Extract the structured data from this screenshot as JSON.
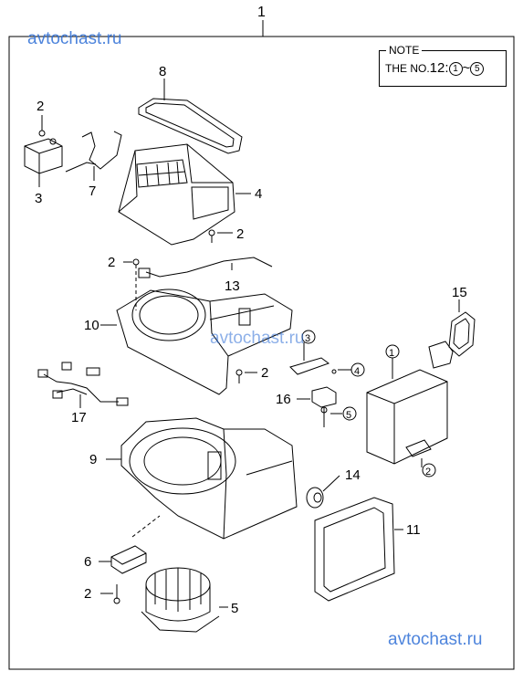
{
  "watermarks": {
    "top": "avtochast.ru",
    "middle": "avtochast.ru",
    "bottom": "avtochast.ru"
  },
  "note": {
    "title": "NOTE",
    "prefix": "THE NO.",
    "number": "12",
    "colon": ":",
    "range_start": "1",
    "tilde": "~",
    "range_end": "5"
  },
  "callouts": {
    "c1_top": "1",
    "c2_a": "2",
    "c3": "3",
    "c7": "7",
    "c8": "8",
    "c4": "4",
    "c2_b": "2",
    "c2_c": "2",
    "c13": "13",
    "c10": "10",
    "c2_d": "2",
    "c17": "17",
    "c16": "16",
    "c15": "15",
    "c9": "9",
    "c14": "14",
    "c11": "11",
    "c6": "6",
    "c2_e": "2",
    "c5": "5",
    "circled_3": "3",
    "circled_4": "4",
    "circled_5": "5",
    "circled_1": "1",
    "circled_2": "2"
  }
}
